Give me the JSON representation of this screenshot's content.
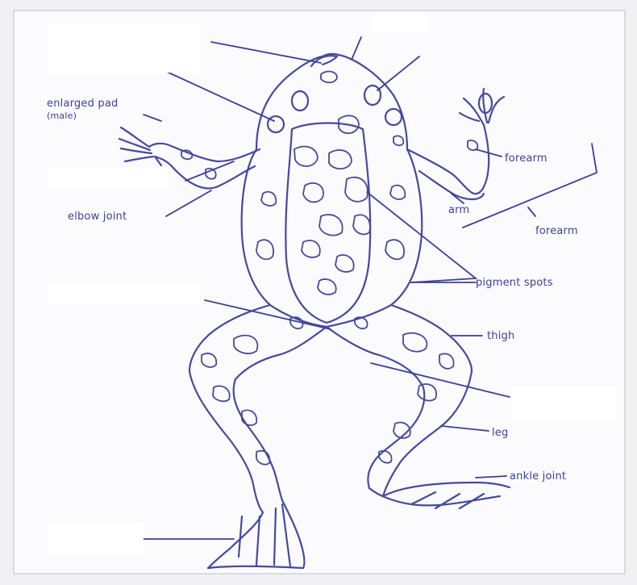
{
  "diagram": {
    "labels": {
      "enlarged_pad": "enlarged pad",
      "male": "(male)",
      "elbow_joint": "elbow joint",
      "forearm_upper": "forearm",
      "arm": "arm",
      "forearm_lower": "forearm",
      "pigment_spots": "pigment spots",
      "thigh": "thigh",
      "leg": "leg",
      "ankle_joint": "ankle joint"
    }
  }
}
